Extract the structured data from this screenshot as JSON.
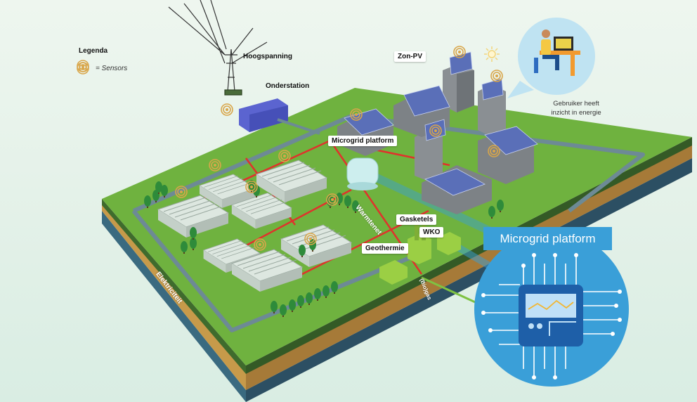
{
  "legend": {
    "title": "Legenda",
    "sensor_label": "= Sensors"
  },
  "labels": {
    "hoogspanning": "Hoogspanning",
    "onderstation": "Onderstation",
    "zon_pv": "Zon-PV",
    "microgrid_tag": "Microgrid platform",
    "gasketels": "Gasketels",
    "wko": "WKO",
    "geothermie": "Geothermie",
    "warmtenet": "Warmtenet",
    "elektriciteit": "Elektriciteit",
    "biogas": "(Bio)gas"
  },
  "callout": {
    "title": "Microgrid platform"
  },
  "user": {
    "caption_line1": "Gebruiker heeft",
    "caption_line2": "inzicht in energie"
  },
  "colors": {
    "grass": "#6fb23f",
    "grass_dark": "#4f8a2e",
    "heat_pipe": "#e0322c",
    "gas_pipe": "#7fc242",
    "callout_blue": "#3a9fd8",
    "chip": "#1e5fa8",
    "sensor": "#d9a64a"
  },
  "icons": [
    "sensor-icon",
    "power-pylon-icon",
    "sun-icon",
    "chip-icon",
    "user-at-desk-icon"
  ]
}
